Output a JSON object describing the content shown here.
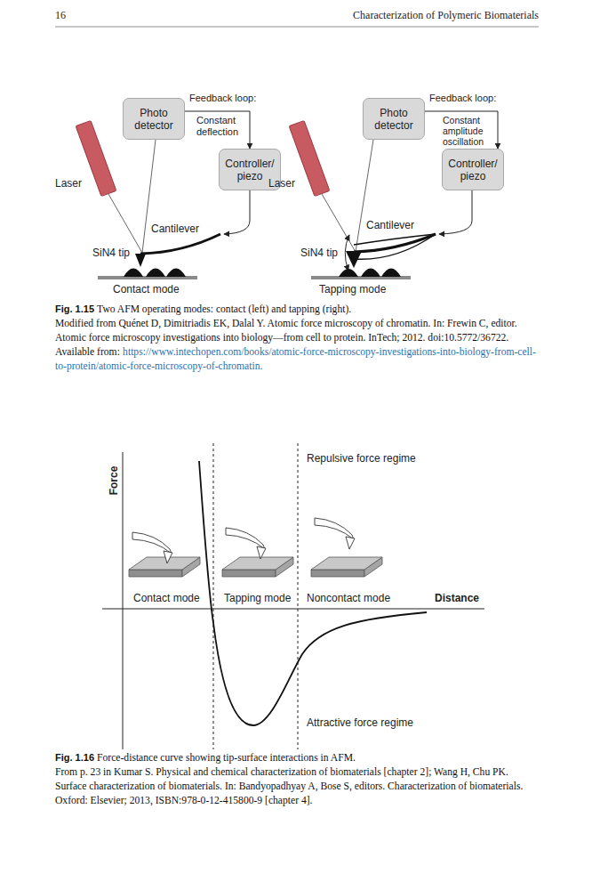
{
  "diagram": {
    "nodes": [
      {
        "text": [
          "Photo detector"
        ]
      },
      {
        "text": [
          "Controller/ piezo"
        ]
      },
      {
        "text": [
          "Photo detector"
        ]
      },
      {
        "text": [
          "Controller/ piezo"
        ]
      }
    ],
    "edges": [
      {
        "from": 0,
        "to": 1,
        "arrow": "to",
        "label": "Feedback loop:"
      },
      {
        "from": 2,
        "to": 3,
        "arrow": "to",
        "label": "Feedback loop:"
      }
    ],
    "labels": [
      "16",
      "Characterization of Polymeric Biomaterials",
      "Constant deflection",
      "Laser",
      "Cantilever",
      "SiN4 tip",
      "Contact mode",
      "Constant amplitude oscillation",
      "Laser",
      "Cantilever",
      "SiN4 tip",
      "Tapping mode",
      "Fig. 1.15",
      "Two AFM operating modes: contact (left) and tapping (right).",
      "Modified from Quénet D, Dimitriadis EK, Dalal Y. Atomic force microscopy of chromatin. In: Frewin C, editor. Atomic force microscopy investigations into biology—from cell to protein. InTech; 2012. doi:10.5772/36722. Available from:",
      "https://www.intechopen.com/books/atomic-force-microscopy-investigations-into-biology-from-cell-to-protein/atomic-force-microscopy-of-chromatin.",
      "Force",
      "Repulsive force regime",
      "Contact mode",
      "Tapping mode",
      "Noncontact mode",
      "Distance",
      "Attractive force regime",
      "Fig. 1.16",
      "Force-distance curve showing tip-surface interactions in AFM.",
      "From p. 23 in Kumar S. Physical and chemical characterization of biomaterials [chapter 2]; Wang H, Chu PK. Surface characterization of biomaterials. In: Bandyopadhyay A, Bose S, editors. Characterization of biomaterials. Oxford: Elsevier; 2013, ISBN:978-0-12-415800-9 [chapter 4]."
    ]
  }
}
